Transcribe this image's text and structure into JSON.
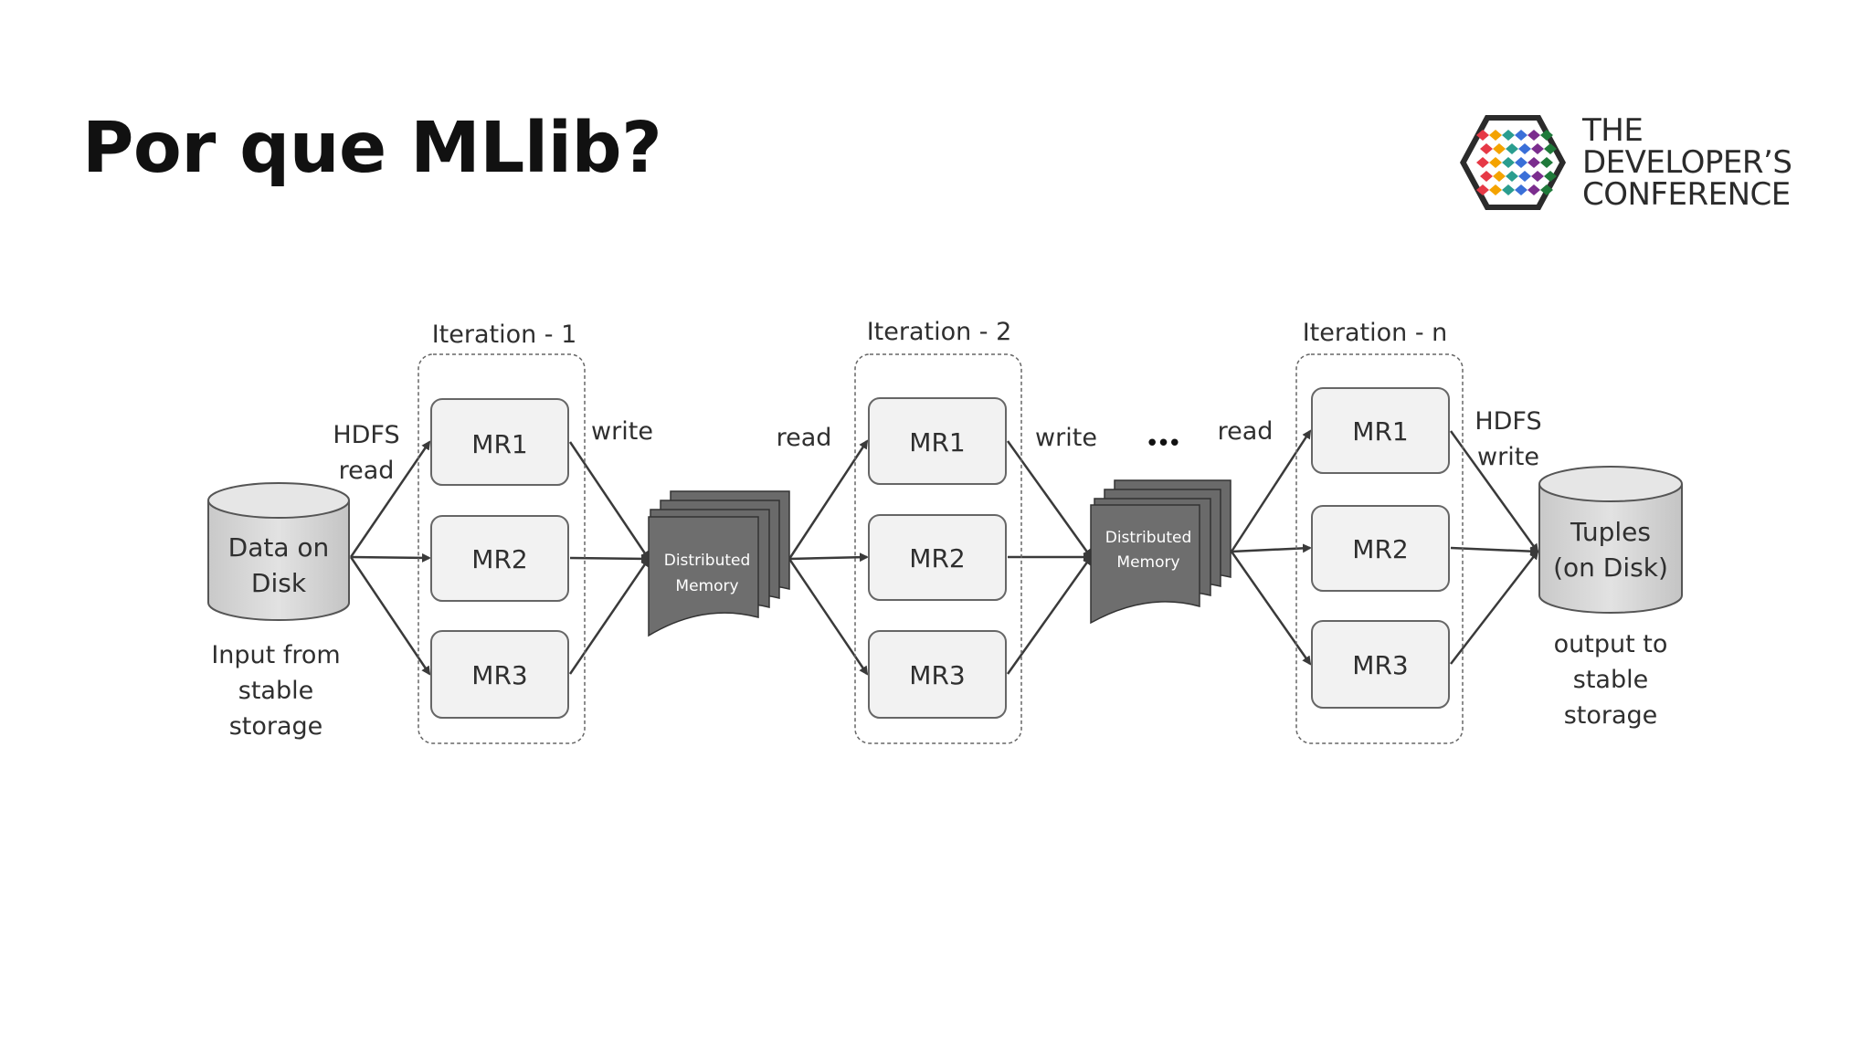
{
  "title": "Por que MLlib?",
  "logo": {
    "line1": "THE",
    "line2": "DEVELOPER’S",
    "line3": "CONFERENCE",
    "icon": "cube-logo-icon",
    "colors": [
      "#e63946",
      "#f4a300",
      "#2a9d8f",
      "#3a6fd8",
      "#7b2d8e",
      "#1f7a3a"
    ]
  },
  "diagram": {
    "iterations": [
      {
        "label": "Iteration - 1",
        "boxes": [
          "MR1",
          "MR2",
          "MR3"
        ]
      },
      {
        "label": "Iteration - 2",
        "boxes": [
          "MR1",
          "MR2",
          "MR3"
        ]
      },
      {
        "label": "Iteration - n",
        "boxes": [
          "MR1",
          "MR2",
          "MR3"
        ]
      }
    ],
    "input": {
      "line1": "Data on",
      "line2": "Disk",
      "caption": [
        "Input from",
        "stable",
        "storage"
      ]
    },
    "output": {
      "line1": "Tuples",
      "line2": "(on Disk)",
      "caption": [
        "output to",
        "stable",
        "storage"
      ]
    },
    "memory": {
      "line1": "Distributed",
      "line2": "Memory"
    },
    "labels": {
      "hdfs_read": [
        "HDFS",
        "read"
      ],
      "write": "write",
      "read": "read",
      "ellipsis": "•••",
      "hdfs_write": [
        "HDFS",
        "write"
      ]
    }
  }
}
